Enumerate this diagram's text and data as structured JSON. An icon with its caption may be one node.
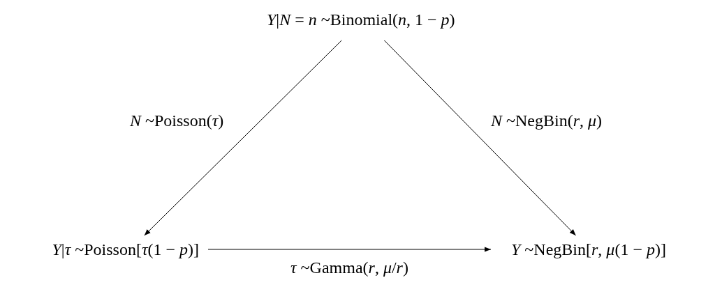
{
  "diagram": {
    "nodes": [
      {
        "text": [
          "*Y*|*N* = *n* ~Binomial(*n*, 1 − *p*)"
        ]
      },
      {
        "text": [
          "*Y*|*τ* ~Poisson[*τ*(1 − *p*)]"
        ]
      },
      {
        "text": [
          "*Y* ~NegBin[*r*, *μ*(1 − *p*)]"
        ]
      }
    ],
    "edges": [
      {
        "from": 0,
        "to": 1,
        "arrow": "to",
        "label": "*N* ~Poisson(*τ*)"
      },
      {
        "from": 0,
        "to": 2,
        "arrow": "to",
        "label": "*N* ~NegBin(*r*, *μ*)"
      },
      {
        "from": 1,
        "to": 2,
        "arrow": "to",
        "label": "*τ* ~Gamma(*r*, *μ*/*r*)"
      }
    ]
  }
}
